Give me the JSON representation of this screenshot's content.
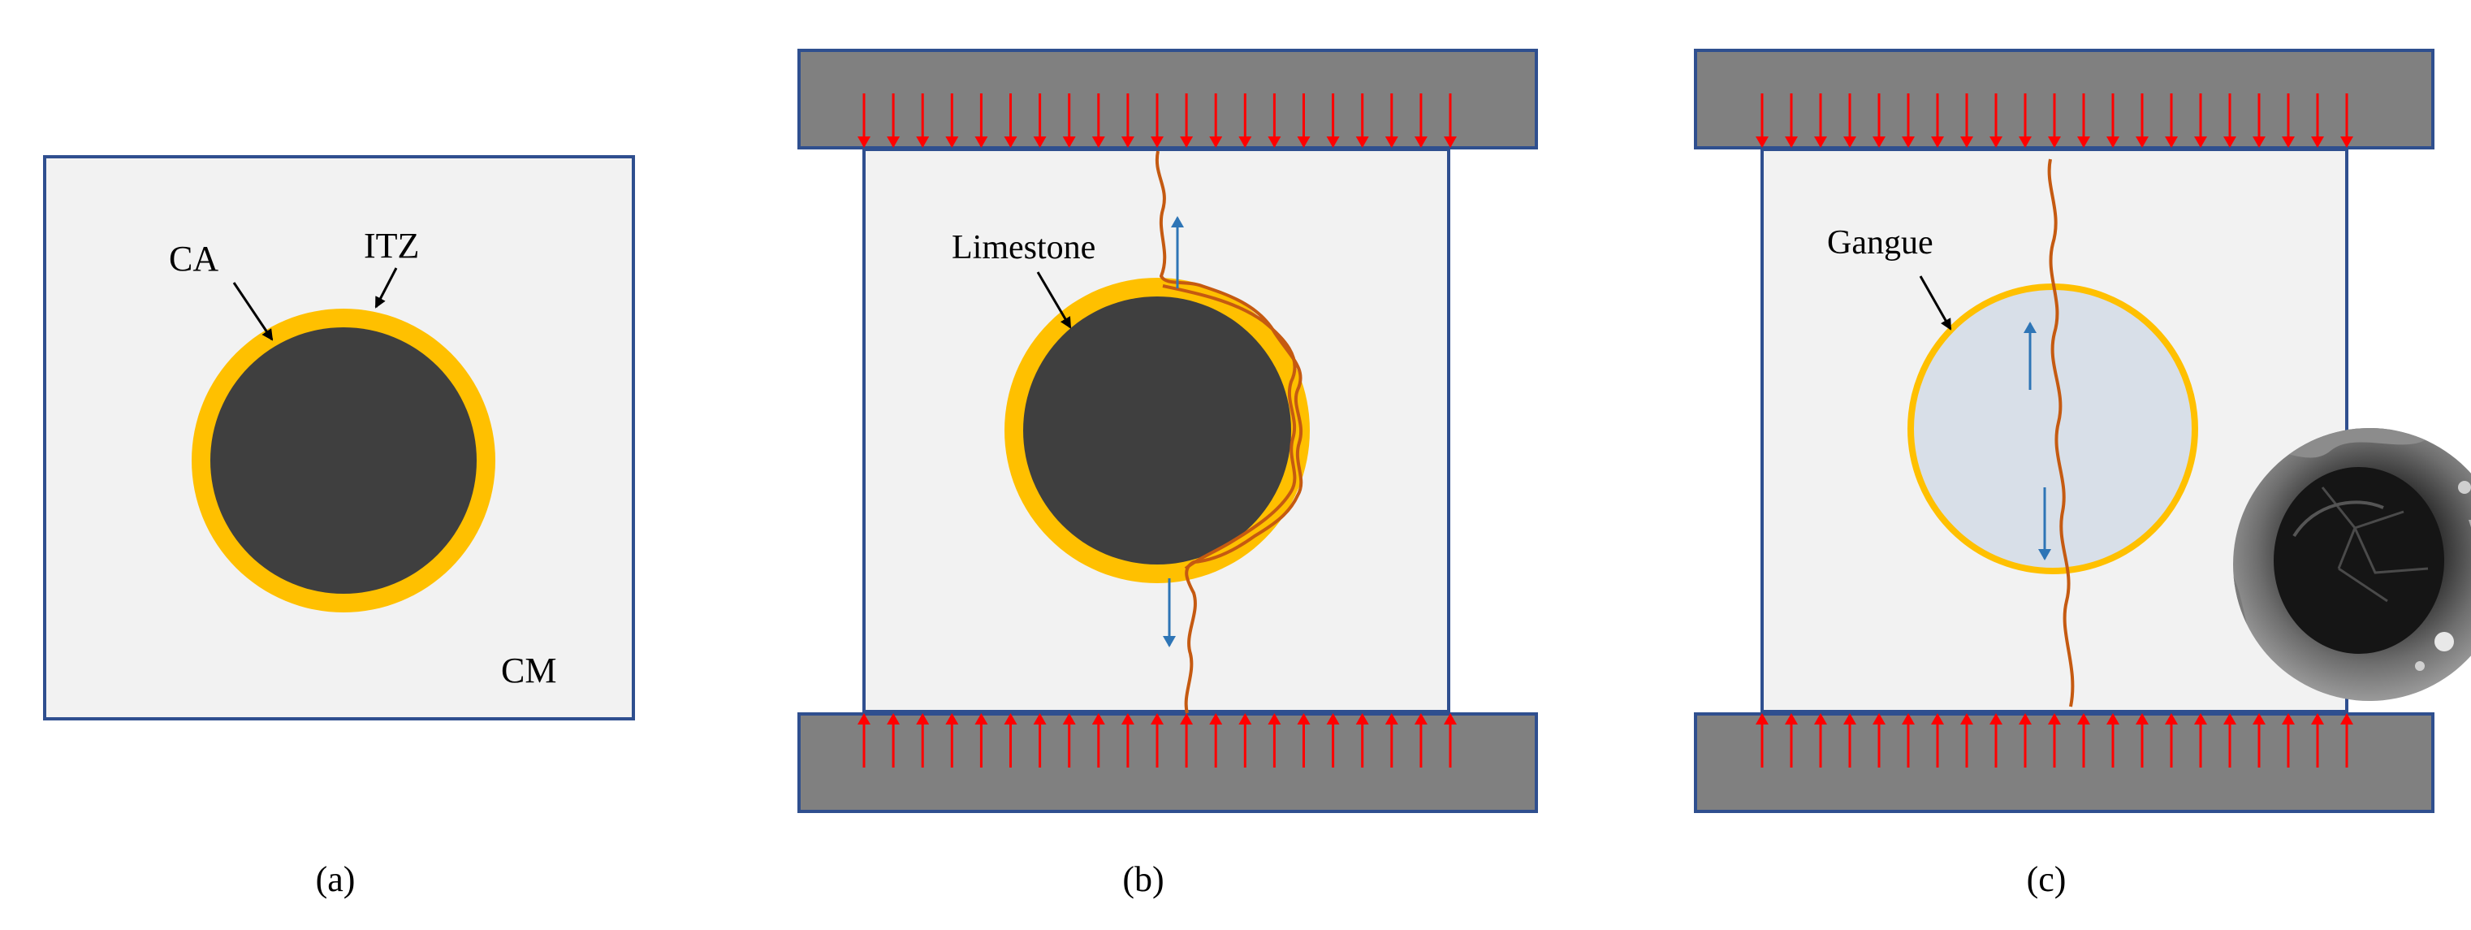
{
  "panels": [
    {
      "caption": "(a)",
      "labels": {
        "coarse_aggregate": "CA",
        "interface_zone": "ITZ",
        "matrix": "CM"
      }
    },
    {
      "caption": "(b)",
      "labels": {
        "aggregate": "Limestone"
      }
    },
    {
      "caption": "(c)",
      "labels": {
        "aggregate": "Gangue"
      }
    }
  ],
  "colors": {
    "matrix_fill": "#f2f2f2",
    "outline": "#2f4f8f",
    "aggregate_dark": "#3f3f3f",
    "itz_ring": "#ffc000",
    "gangue_fill": "#d8dfe8",
    "platen": "#808080",
    "load_arrow": "#ff0000",
    "crack": "#c55a11",
    "tension_arrow": "#2e75b6"
  }
}
